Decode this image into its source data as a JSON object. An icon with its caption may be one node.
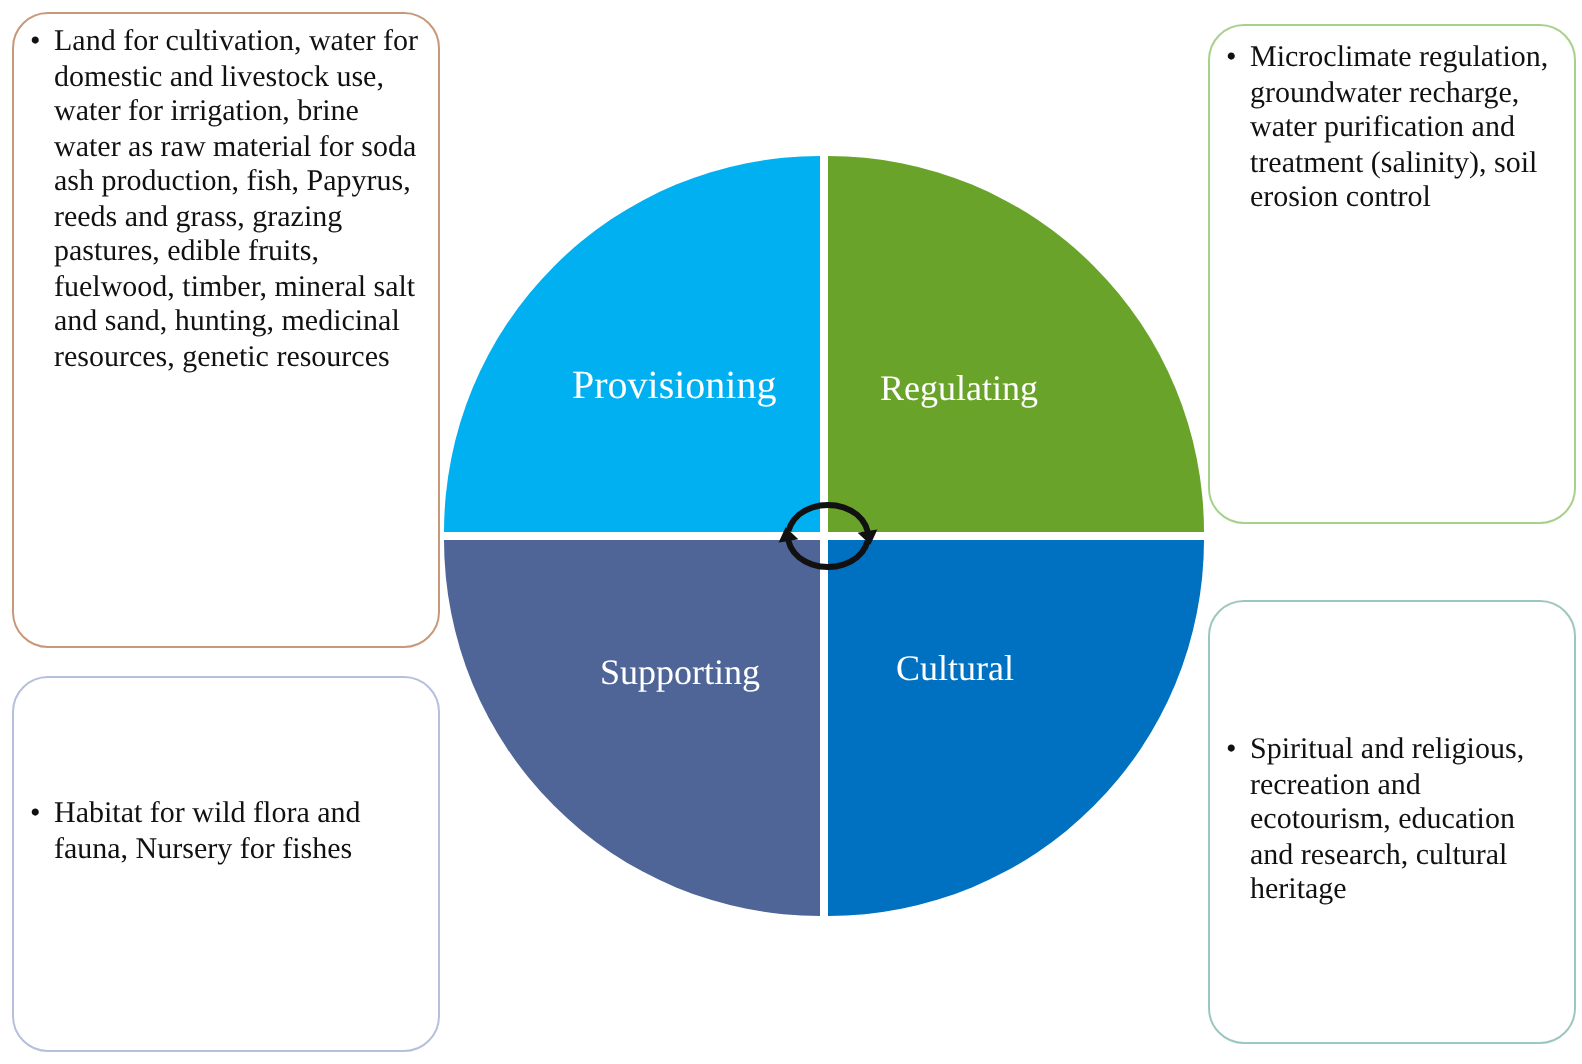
{
  "diagram": {
    "nodes": [
      {
        "text": [
          "•",
          "Land for cultivation, water for domestic and livestock use, water for irrigation, brine water as raw material for soda ash production, fish, Papyrus, reeds and grass, grazing pastures, edible fruits, fuelwood, timber, mineral salt and sand, hunting, medicinal resources, genetic resources"
        ]
      },
      {
        "text": [
          "Provisioning"
        ]
      },
      {
        "text": [
          "Regulating"
        ]
      },
      {
        "text": [
          "•",
          "Microclimate regulation, groundwater recharge, water purification and treatment (salinity), soil erosion control"
        ]
      },
      {
        "text": [
          "•",
          "Habitat for wild flora and fauna, Nursery for fishes"
        ]
      },
      {
        "text": [
          "Supporting"
        ]
      },
      {
        "text": [
          "Cultural"
        ]
      },
      {
        "text": [
          "•",
          "Spiritual and religious, recreation and ecotourism, education and research, cultural heritage"
        ]
      }
    ]
  }
}
